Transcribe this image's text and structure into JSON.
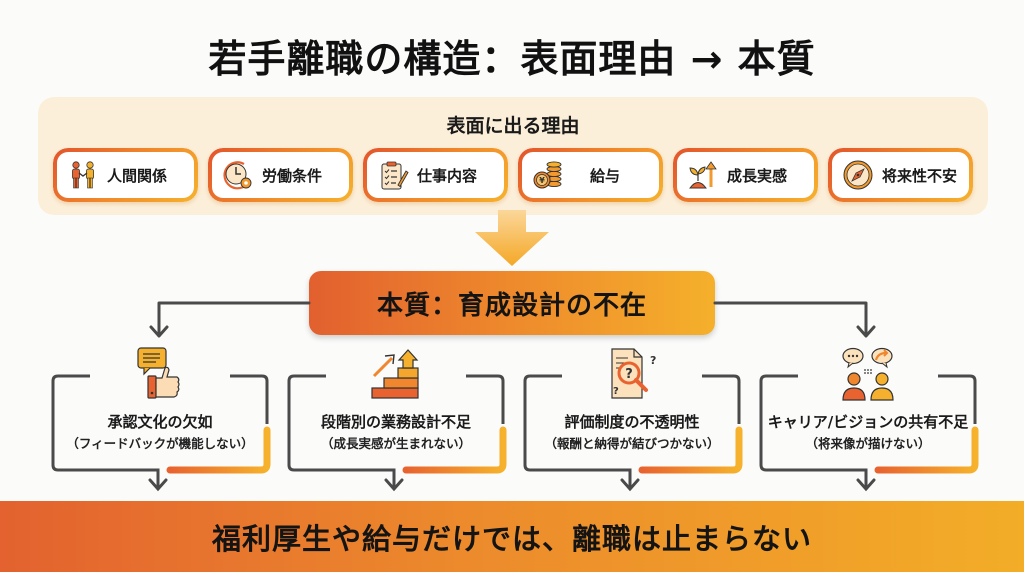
{
  "title": "若手離職の構造：表面理由 → 本質",
  "surface": {
    "heading": "表面に出る理由",
    "reasons": [
      {
        "label": "人間関係",
        "icon": "handshake-people-icon"
      },
      {
        "label": "労働条件",
        "icon": "clock-gear-icon"
      },
      {
        "label": "仕事内容",
        "icon": "clipboard-checklist-icon"
      },
      {
        "label": "給与",
        "icon": "yen-coins-icon"
      },
      {
        "label": "成長実感",
        "icon": "sprout-growth-arrow-icon"
      },
      {
        "label": "将来性不安",
        "icon": "compass-icon"
      }
    ]
  },
  "essence": {
    "label": "本質：育成設計の不在"
  },
  "causes": [
    {
      "title": "承認文化の欠如",
      "subtitle": "（フィードバックが機能しない）",
      "icon": "speech-bubble-thumbs-up-icon"
    },
    {
      "title": "段階別の業務設計不足",
      "subtitle": "（成長実感が生まれない）",
      "icon": "stairs-arrow-up-icon"
    },
    {
      "title": "評価制度の不透明性",
      "subtitle": "（報酬と納得が結びつかない）",
      "icon": "document-magnifier-question-icon"
    },
    {
      "title": "キャリア/ビジョンの共有不足",
      "subtitle": "（将来像が描けない）",
      "icon": "two-people-conversation-icon"
    }
  ],
  "footer": {
    "message": "福利厚生や給与だけでは、離職は止まらない"
  },
  "colors": {
    "accent_orange": "#e8622f",
    "accent_amber": "#f5b02b",
    "panel_bg": "#fcefd9",
    "line_gray": "#4a4a4a"
  }
}
